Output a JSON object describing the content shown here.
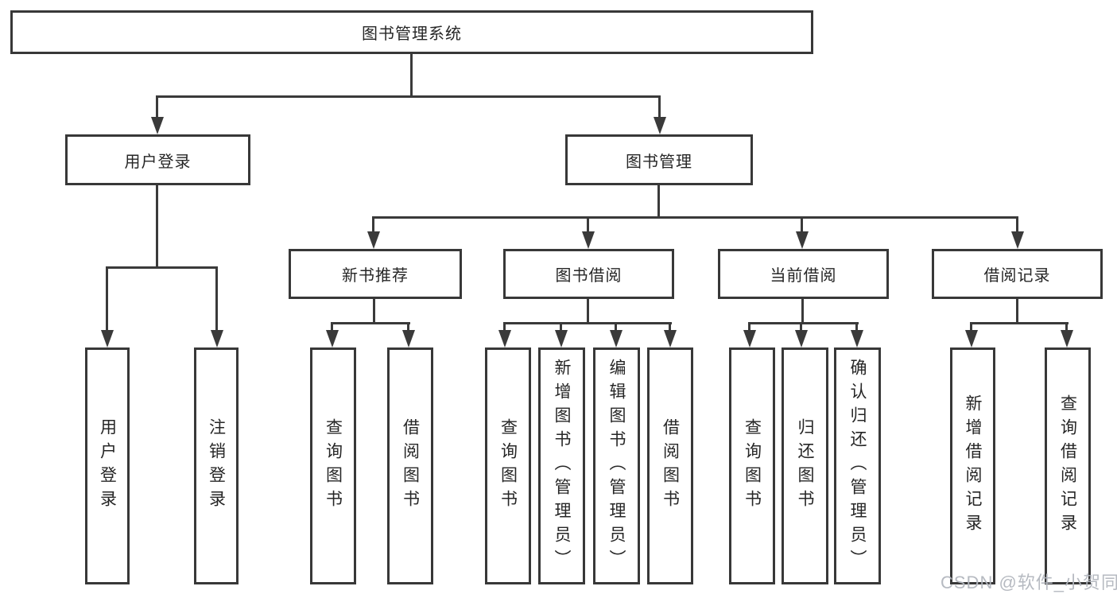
{
  "diagram_title": "图书管理系统",
  "colors": {
    "line": "#3a3a3a",
    "box_border": "#383838",
    "text": "#262626",
    "watermark": "#b2b6be"
  },
  "nodes": {
    "root": "图书管理系统",
    "user_login": "用户登录",
    "book_mgmt": "图书管理",
    "new_book_rec": "新书推荐",
    "book_borrow": "图书借阅",
    "current_borrow": "当前借阅",
    "borrow_records": "借阅记录",
    "ul_user_login": "用户登录",
    "ul_logout": "注销登录",
    "nb_query_book": "查询图书",
    "nb_borrow_book": "借阅图书",
    "bb_query_book": "查询图书",
    "bb_add_book": "新增图书（管理员）",
    "bb_edit_book": "编辑图书（管理员）",
    "bb_borrow_book": "借阅图书",
    "cb_query_book": "查询图书",
    "cb_return_book": "归还图书",
    "cb_confirm_return": "确认归还（管理员）",
    "br_add_record": "新增借阅记录",
    "br_query_record": "查询借阅记录"
  },
  "watermark": "CSDN @软件_小贺同学"
}
